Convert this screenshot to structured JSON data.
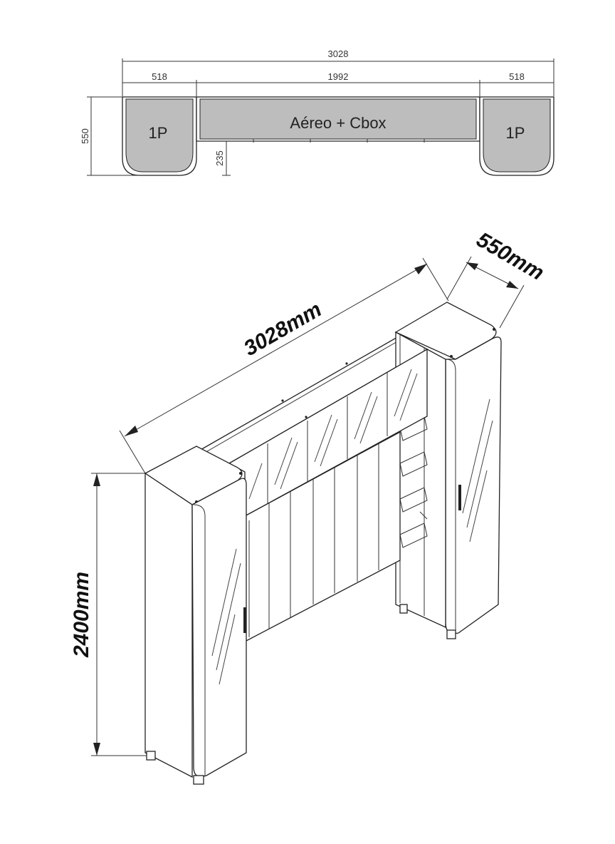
{
  "plan_view": {
    "total_width": "3028",
    "left_width": "518",
    "center_width": "1992",
    "right_width": "518",
    "depth": "550",
    "center_depth": "235",
    "left_label": "1P",
    "center_label": "Aéreo + Cbox",
    "right_label": "1P"
  },
  "iso_view": {
    "width_label": "3028mm",
    "depth_label": "550mm",
    "height_label": "2400mm"
  },
  "colors": {
    "block_fill": "#bdbdbd",
    "line": "#222222"
  }
}
